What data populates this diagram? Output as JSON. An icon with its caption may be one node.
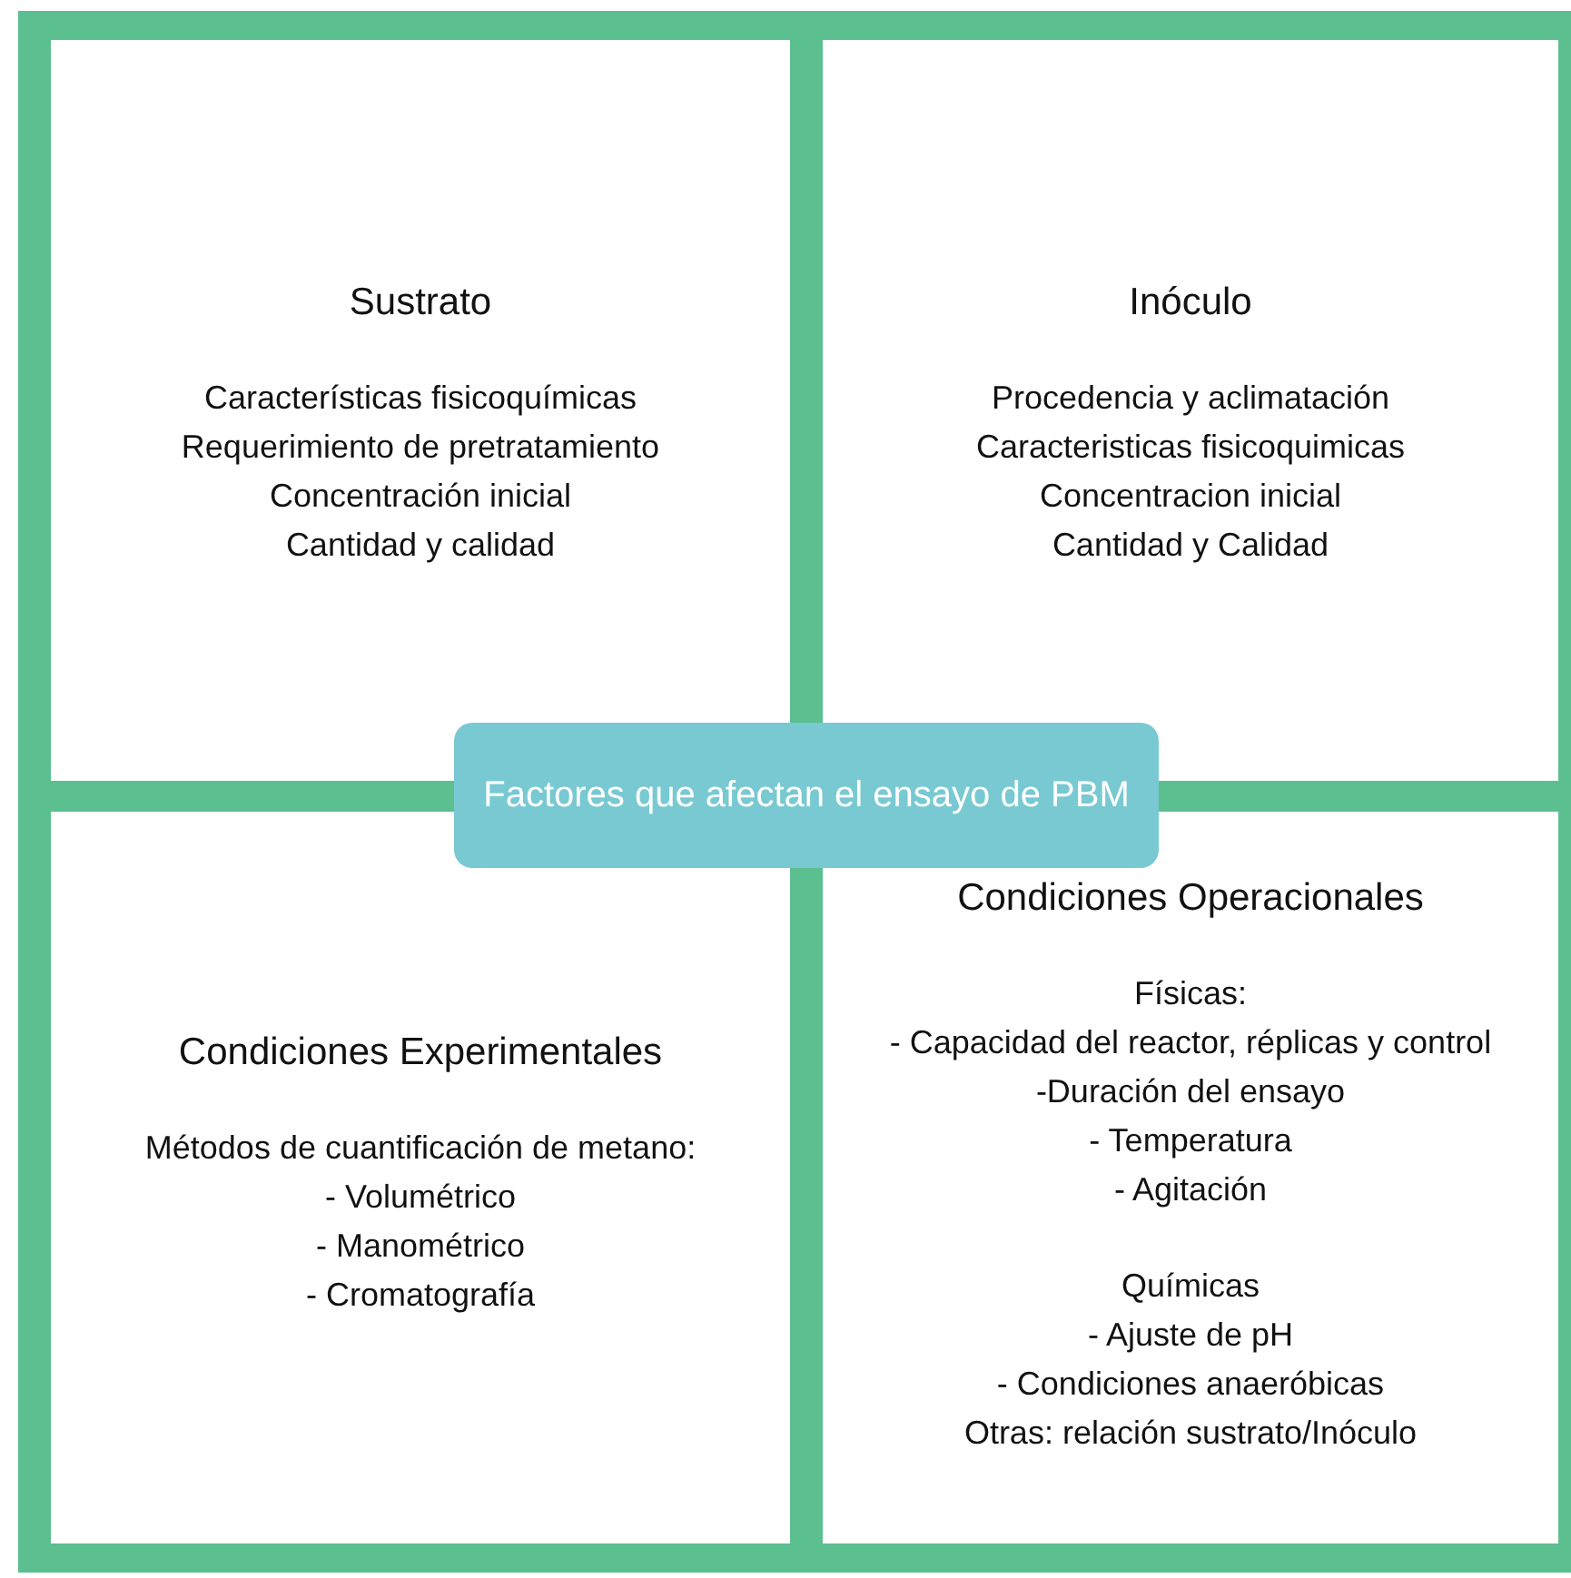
{
  "diagram": {
    "nodes": [
      {
        "text": [
          "Sustrato",
          "Características fisicoquímicas",
          "Requerimiento de pretratamiento",
          "Concentración inicial",
          "Cantidad y calidad"
        ]
      },
      {
        "text": [
          "Inóculo",
          "Procedencia y aclimatación",
          "Caracteristicas fisicoquimicas",
          "Concentracion inicial",
          "Cantidad y Calidad"
        ]
      },
      {
        "text": [
          "Condiciones Experimentales",
          "Métodos de cuantificación de metano:",
          "- Volumétrico",
          "- Manométrico",
          "- Cromatografía"
        ]
      },
      {
        "text": [
          "Condiciones Operacionales",
          "Físicas:",
          "- Capacidad del reactor, réplicas y control",
          "-Duración del ensayo",
          "- Temperatura",
          "- Agitación",
          "Químicas",
          "- Ajuste de pH",
          "- Condiciones anaeróbicas",
          "Otras: relación sustrato/Inóculo"
        ]
      },
      {
        "text": [
          "Factores que afectan el ensayo de PBM"
        ]
      }
    ],
    "edges": []
  }
}
